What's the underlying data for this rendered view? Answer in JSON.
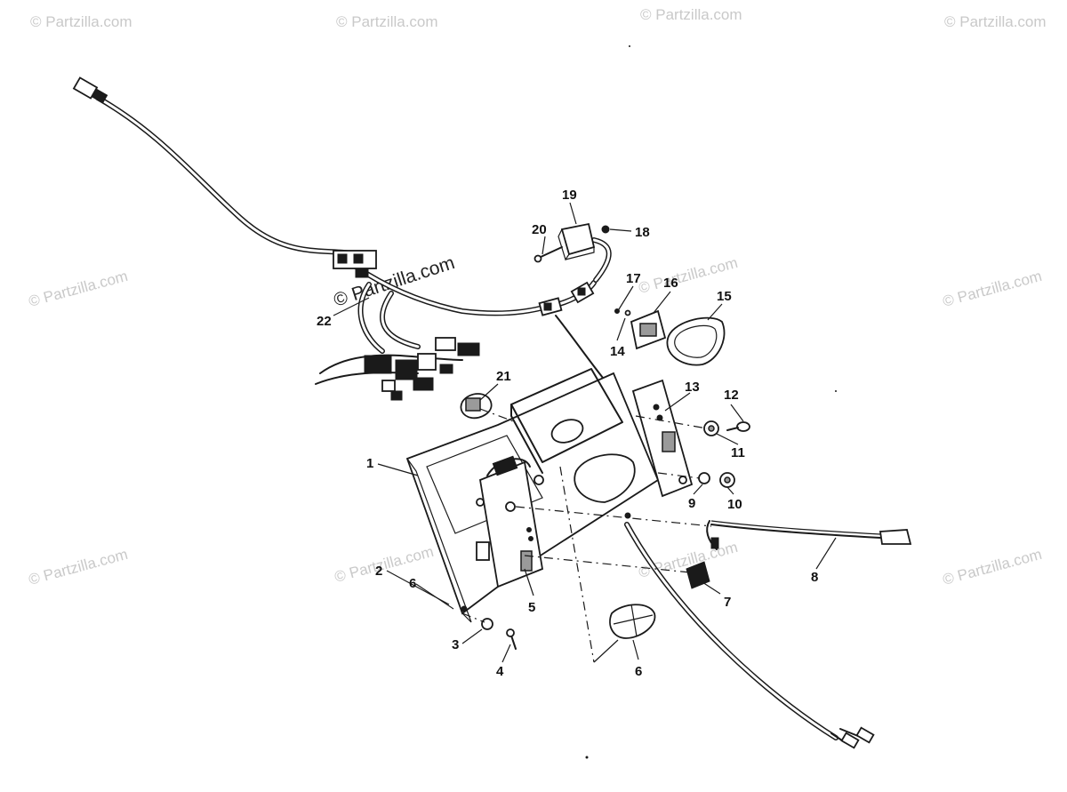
{
  "watermark": {
    "text": "© Partzilla.com"
  },
  "callouts": {
    "c1": "1",
    "c2": "2",
    "c3": "3",
    "c4": "4",
    "c5": "5",
    "c6": "6",
    "c7": "7",
    "c8": "8",
    "c9": "9",
    "c10": "10",
    "c11": "11",
    "c12": "12",
    "c13": "13",
    "c14": "14",
    "c15": "15",
    "c16": "16",
    "c17": "17",
    "c18": "18",
    "c19": "19",
    "c20": "20",
    "c21": "21",
    "c22": "22",
    "c6b": "6"
  },
  "colors": {
    "ink": "#1a1a1a",
    "watermark": "#c9c9c9",
    "background": "#ffffff"
  }
}
